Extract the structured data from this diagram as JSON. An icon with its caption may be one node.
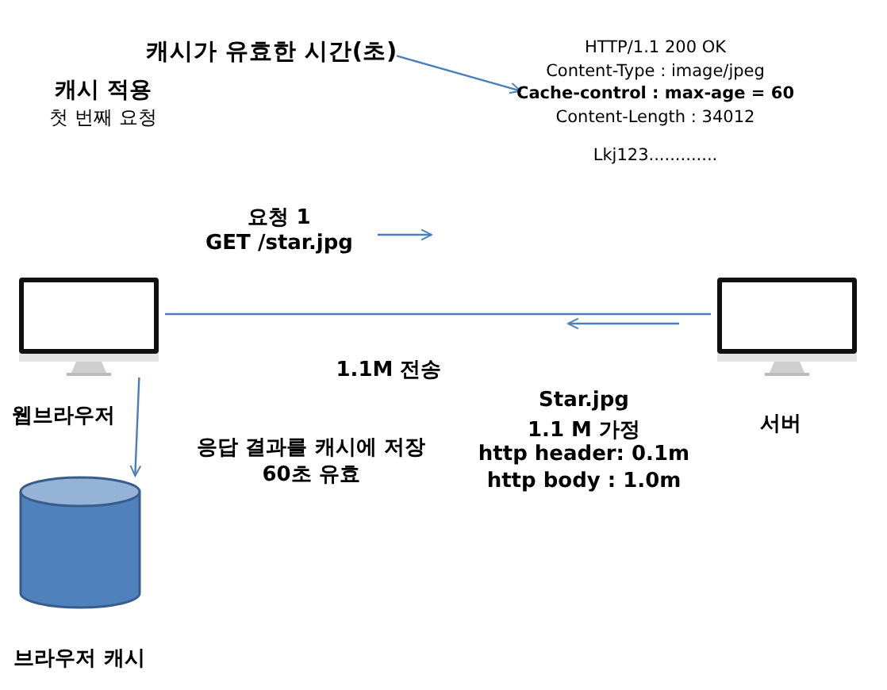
{
  "diagram": {
    "nodes": [
      {
        "text": [
          "캐시가 유효한 시간(초)"
        ]
      },
      {
        "text": [
          "HTTP/1.1 200 OK",
          "Content-Type : image/jpeg",
          "**Cache-control : max-age = 60**",
          "Content-Length : 34012",
          "Lkj123............."
        ]
      },
      {
        "text": [],
        "shape": "monitor",
        "beside": [
          "웹브라우저"
        ]
      },
      {
        "text": [],
        "shape": "monitor",
        "beside": [
          "서버"
        ]
      },
      {
        "text": [],
        "shape": "cylinder",
        "beside": [
          "브라우저 캐시"
        ]
      }
    ],
    "edges": [
      {
        "from": 0,
        "to": 1,
        "arrow": "to"
      },
      {
        "from": 2,
        "to": 3,
        "arrow": "none"
      },
      {
        "from": 2,
        "to": 4,
        "arrow": "to"
      }
    ],
    "labels": [
      "캐시 적용",
      "첫 번째 요청",
      "요청 1",
      "GET /star.jpg",
      "1.1M 전송",
      "Star.jpg",
      "1.1 M 가정",
      "http header: 0.1m",
      "http body : 1.0m",
      "응답 결과를 캐시에 저장",
      "60초 유효"
    ]
  }
}
